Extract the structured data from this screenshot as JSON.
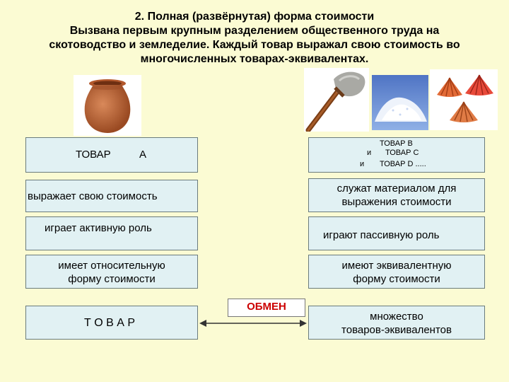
{
  "heading": {
    "line1": "2. Полная (развёрнутая) форма стоимости",
    "line2": "Вызвана первым крупным разделением общественного труда на",
    "line3": "скотоводство и земледелие. Каждый товар выражал свою стоимость во",
    "line4": "многочисленных товарах-эквивалентах."
  },
  "left": {
    "goods_a_word": "ТОВАР",
    "goods_a_letter": "А",
    "expresses": "выражает свою стоимость",
    "active_role": "играет активную роль",
    "relative_form_line1": "имеет относительную",
    "relative_form_line2": "форму стоимости",
    "goods": "Т О В А Р"
  },
  "right": {
    "goods_b": "ТОВАР В",
    "and_c": "и",
    "goods_c": "ТОВАР С",
    "and_d": "и",
    "goods_d": "ТОВАР D .....",
    "serve_line1": "служат материалом для",
    "serve_line2": "выражения стоимости",
    "passive_role": "играют пассивную роль",
    "equivalent_line1": "имеют эквивалентную",
    "equivalent_line2": "форму стоимости",
    "many_line1": "множество",
    "many_line2": "товаров-эквивалентов"
  },
  "exchange": "ОБМЕН",
  "colors": {
    "background": "#fbfbd3",
    "box_fill": "#e1f1f3",
    "exchange_text": "#cc0000"
  },
  "icons": [
    "clay-pot-image",
    "stone-axe-image",
    "salt-image",
    "seashells-image"
  ]
}
